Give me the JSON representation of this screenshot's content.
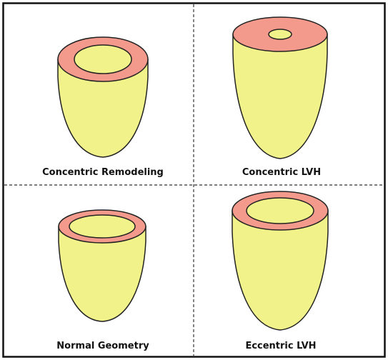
{
  "colors": {
    "wall": "#f49a8c",
    "body": "#f2f28a",
    "outline": "#222222",
    "frame": "#111111",
    "divider": "#333333"
  },
  "panels": [
    {
      "id": "concentric-remodeling",
      "label": "Concentric Remodeling"
    },
    {
      "id": "concentric-lvh",
      "label": "Concentric LVH"
    },
    {
      "id": "normal-geometry",
      "label": "Normal Geometry"
    },
    {
      "id": "eccentric-lvh",
      "label": "Eccentric LVH"
    }
  ]
}
